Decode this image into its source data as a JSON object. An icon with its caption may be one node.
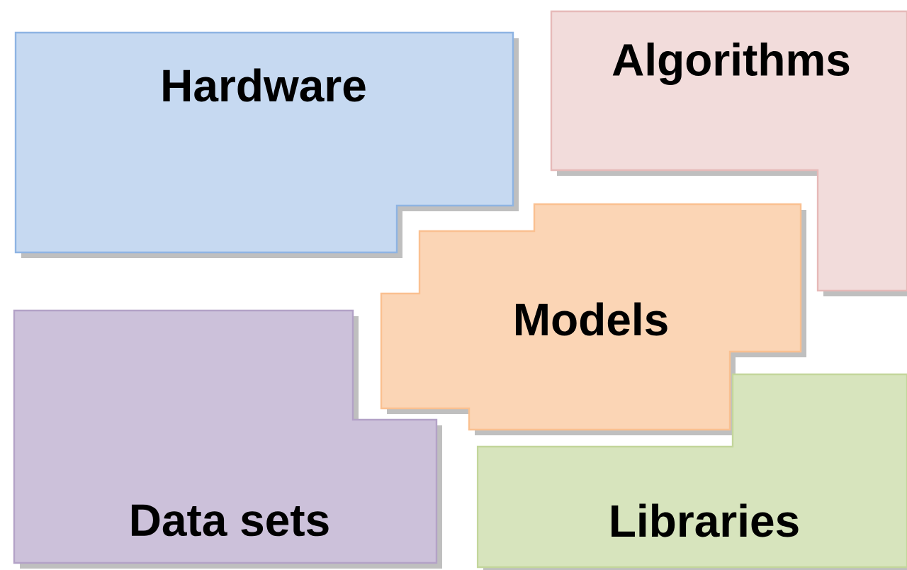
{
  "diagram": {
    "nodes": [
      {
        "text": [
          "Hardware"
        ]
      },
      {
        "text": [
          "Algorithms"
        ]
      },
      {
        "text": [
          "Models"
        ]
      },
      {
        "text": [
          "Data sets"
        ]
      },
      {
        "text": [
          "Libraries"
        ]
      }
    ]
  }
}
